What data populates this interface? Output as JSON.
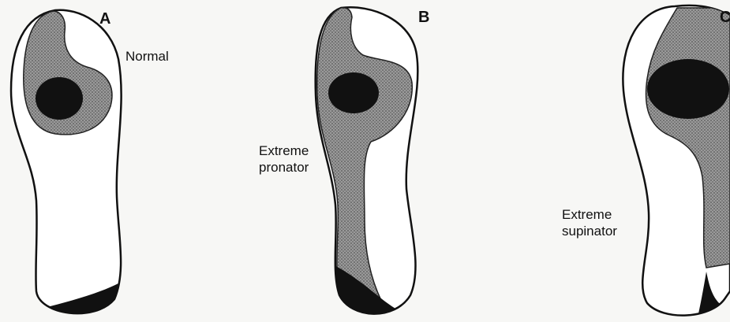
{
  "panels": [
    {
      "letter": "A",
      "label_lines": [
        "Normal"
      ]
    },
    {
      "letter": "B",
      "label_lines": [
        "Extreme",
        "pronator"
      ]
    },
    {
      "letter": "C",
      "label_lines": [
        "Extreme",
        "supinator"
      ]
    }
  ],
  "colors": {
    "outline": "#111111",
    "foot_fill": "#ffffff",
    "shaded_contact": "#8a8a8a",
    "heavy_pressure": "#111111",
    "background": "#f7f7f5"
  }
}
